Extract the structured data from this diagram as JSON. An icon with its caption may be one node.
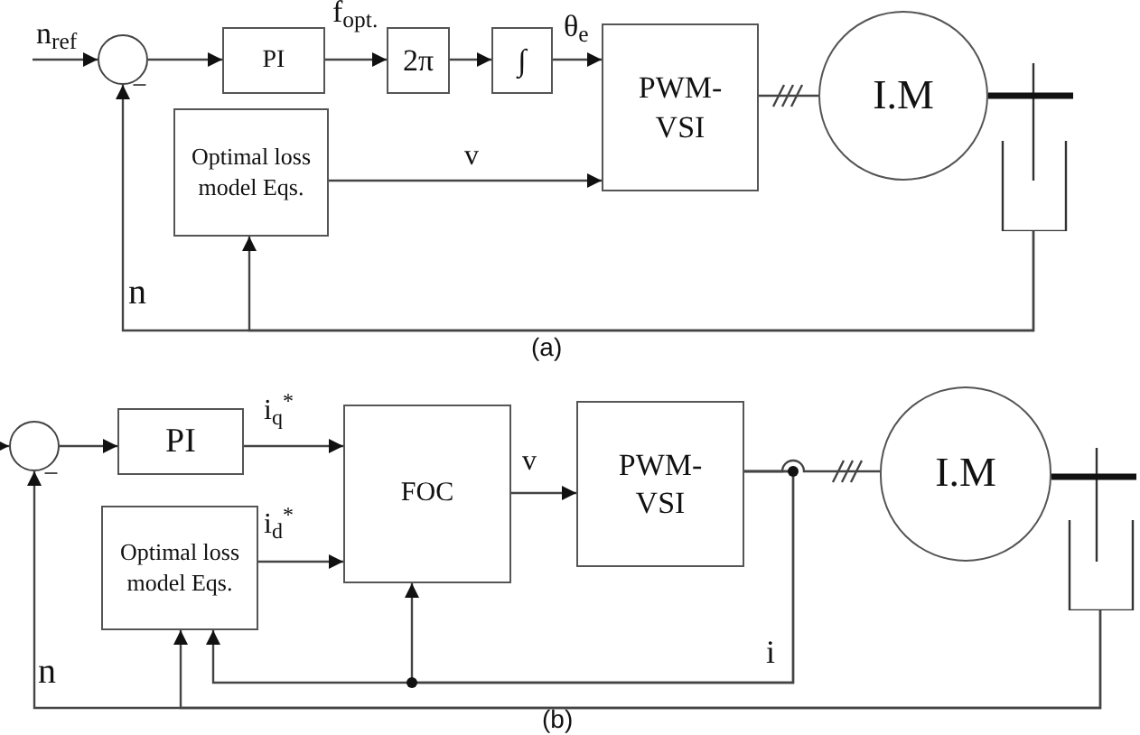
{
  "diagram": {
    "nodes": [
      {
        "text": [],
        "shape": "circle"
      },
      {
        "text": [
          "PI"
        ]
      },
      {
        "text": [
          "2π"
        ]
      },
      {
        "text": [
          "∫"
        ]
      },
      {
        "text": [
          "PWM-VSI"
        ]
      },
      {
        "text": [
          "Optimal loss model Eqs."
        ]
      },
      {
        "text": [
          "I.M"
        ]
      },
      {
        "text": [],
        "shape": "cup"
      },
      {
        "text": [],
        "shape": "circle"
      },
      {
        "text": [
          "PI"
        ]
      },
      {
        "text": [
          "Optimal loss model Eqs."
        ]
      },
      {
        "text": [
          "FOC"
        ]
      },
      {
        "text": [
          "PWM-VSI"
        ]
      },
      {
        "text": [
          "I.M"
        ]
      },
      {
        "text": [],
        "shape": "cup"
      }
    ],
    "edges": [
      {
        "from": null,
        "to": 0,
        "arrow": "to",
        "label": "n$_{ref}$"
      },
      {
        "from": 0,
        "to": 1,
        "arrow": "to"
      },
      {
        "from": 1,
        "to": 2,
        "arrow": "to",
        "label": "f$_{opt.}$"
      },
      {
        "from": 2,
        "to": 3,
        "arrow": "to"
      },
      {
        "from": 3,
        "to": 4,
        "arrow": "to",
        "label": "θ$_{e}$"
      },
      {
        "from": 5,
        "to": 4,
        "arrow": "to",
        "label": "v"
      },
      {
        "from": 4,
        "to": 6,
        "arrow": "none"
      },
      {
        "from": 7,
        "to": 0,
        "arrow": "to",
        "label": "n"
      },
      {
        "from": 7,
        "to": 5,
        "arrow": "to"
      },
      {
        "from": null,
        "to": 8,
        "arrow": "to"
      },
      {
        "from": 8,
        "to": 9,
        "arrow": "to"
      },
      {
        "from": 9,
        "to": 11,
        "arrow": "to",
        "label": "i$_{q}$$^{*}$"
      },
      {
        "from": 10,
        "to": 11,
        "arrow": "to",
        "label": "i$_{d}$$^{*}$"
      },
      {
        "from": 11,
        "to": 12,
        "arrow": "to",
        "label": "v"
      },
      {
        "from": 12,
        "to": 13,
        "arrow": "none"
      },
      {
        "from": 12,
        "to": 10,
        "arrow": "to",
        "label": "i"
      },
      {
        "from": 12,
        "to": 11,
        "arrow": "to"
      },
      {
        "from": 14,
        "to": 8,
        "arrow": "to",
        "label": "n"
      },
      {
        "from": 14,
        "to": 10,
        "arrow": "to"
      },
      {
        "from": 6,
        "to": 7,
        "arrow": "none",
        "style": "thick"
      },
      {
        "from": 13,
        "to": 14,
        "arrow": "none",
        "style": "thick"
      }
    ],
    "labels": [
      "−",
      "(a)",
      "−",
      "(b)"
    ]
  }
}
